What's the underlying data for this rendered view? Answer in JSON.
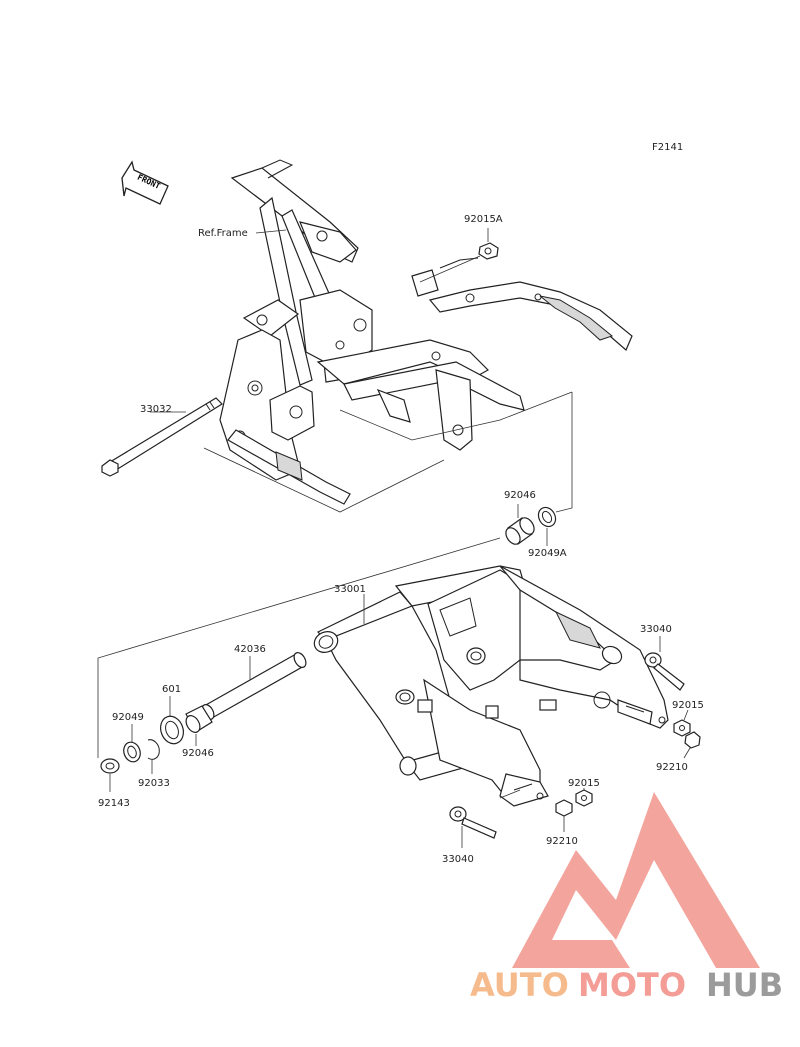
{
  "figure_code": "F2141",
  "front_marker": "FRONT",
  "ref_frame": "Ref.Frame",
  "callouts": {
    "p92015A": "92015A",
    "p33032": "33032",
    "p92046_top": "92046",
    "p92049A": "92049A",
    "p33001": "33001",
    "p42036": "42036",
    "p601": "601",
    "p92049": "92049",
    "p92046_bottom": "92046",
    "p92033": "92033",
    "p92143": "92143",
    "p33040_right": "33040",
    "p92015_right": "92015",
    "p92210_right": "92210",
    "p92015_bottom": "92015",
    "p92210_bottom": "92210",
    "p33040_bottom": "33040"
  },
  "watermark": {
    "part1": "AUTO",
    "part2": "MOTO",
    "part3": "HUB",
    "colors": {
      "auto": "#f5b07a",
      "moto": "#f28c84",
      "hub": "#8a8a8a",
      "logo": "#f08a80"
    }
  }
}
